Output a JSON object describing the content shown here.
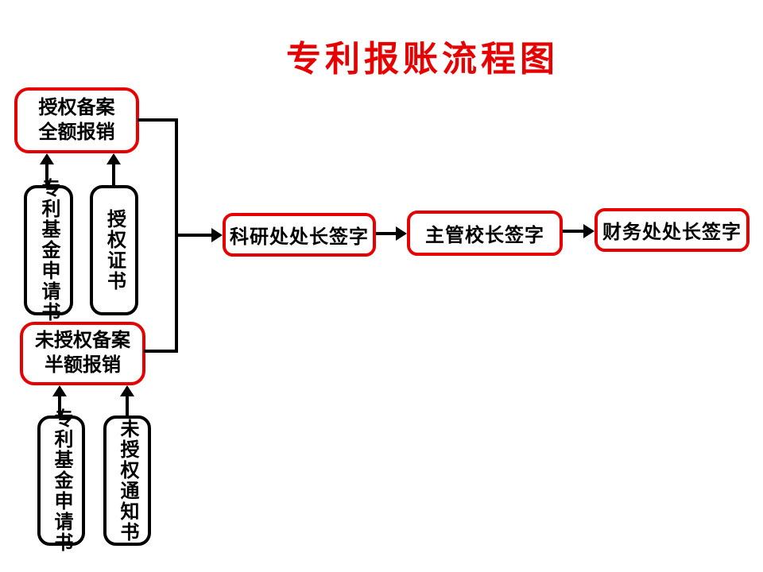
{
  "title": "专利报账流程图",
  "colors": {
    "accent_red": "#e60000",
    "line_black": "#000000",
    "background": "#ffffff"
  },
  "nodes": {
    "authorized": {
      "line1": "授权备案",
      "line2": "全额报销"
    },
    "unauthorized": {
      "line1": "未授权备案",
      "line2": "半额报销"
    },
    "doc_patent_fund_app_top": "专利基金申请书",
    "doc_authorization_cert": "授权证书",
    "doc_patent_fund_app_bottom": "专利基金申请书",
    "doc_unauthorized_notice": "未授权通知书",
    "sig_research_director": "科研处处长签字",
    "sig_vice_president": "主管校长签字",
    "sig_finance_director": "财务处处长签字"
  }
}
